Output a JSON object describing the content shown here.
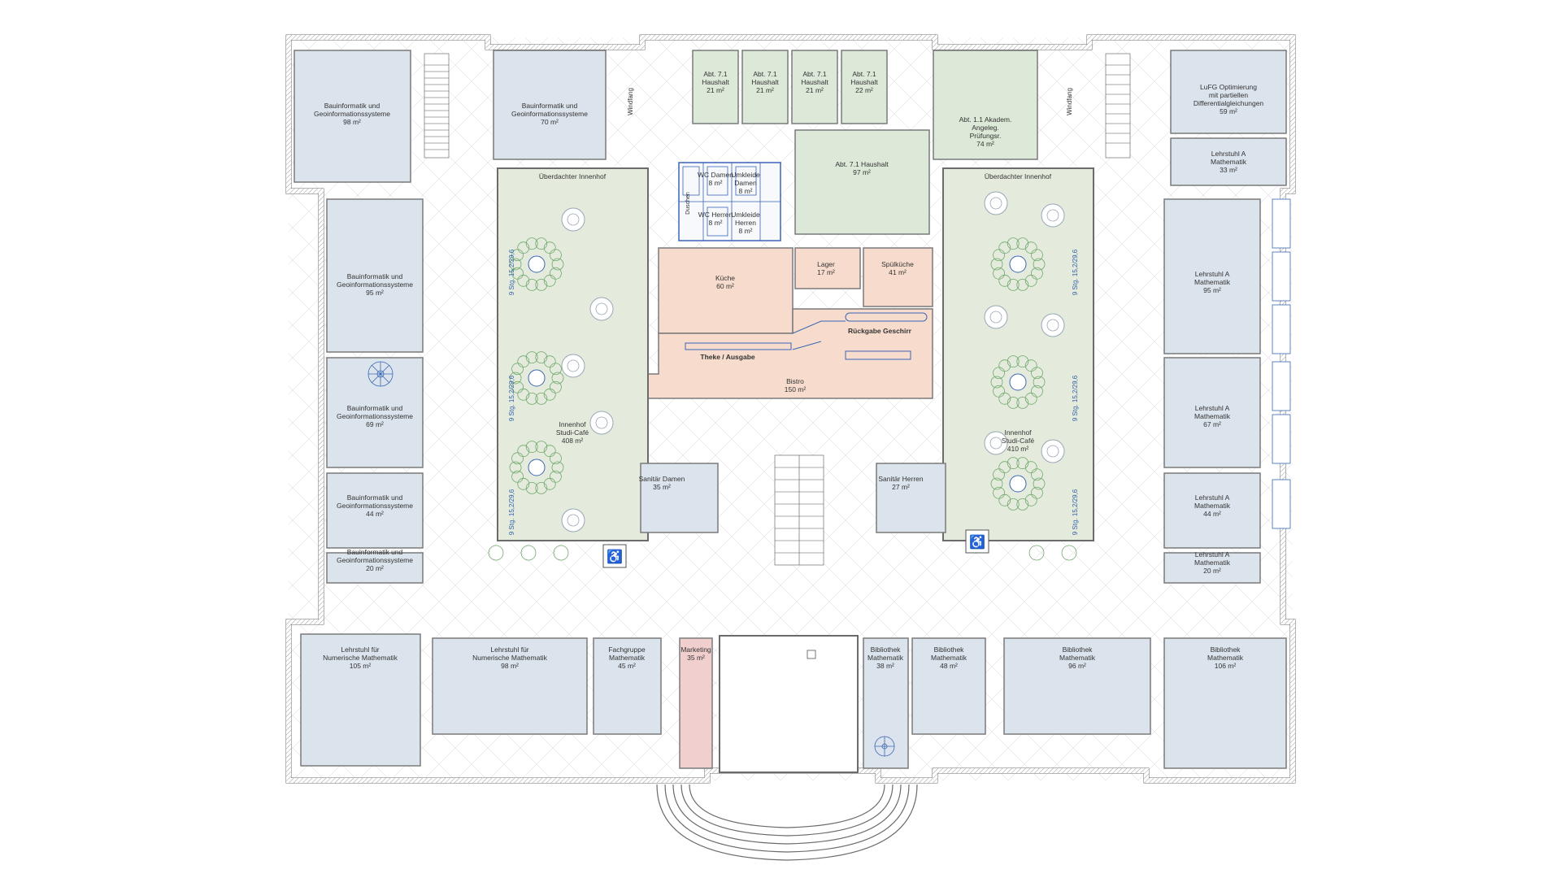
{
  "colors": {
    "office": "#dbe3ec",
    "courtyard": "#e4ebdd",
    "household": "#dce8d8",
    "kitchen": "#f7dccd",
    "marketing": "#f2cfcf",
    "wall": "#6b6b6b",
    "hatch": "#bdbdbd",
    "blue_line": "#3a66b5",
    "tree": "#6fa86b"
  },
  "rooms": {
    "bauinf_98": [
      "Bauinformatik und",
      "Geoinformationssysteme",
      "98 m²"
    ],
    "bauinf_70": [
      "Bauinformatik und",
      "Geoinformationssysteme",
      "70 m²"
    ],
    "bauinf_95": [
      "Bauinformatik und",
      "Geoinformationssysteme",
      "95 m²"
    ],
    "bauinf_69": [
      "Bauinformatik und",
      "Geoinformationssysteme",
      "69 m²"
    ],
    "bauinf_44": [
      "Bauinformatik und",
      "Geoinformationssysteme",
      "44 m²"
    ],
    "bauinf_20": [
      "Bauinformatik und",
      "Geoinformationssysteme",
      "20 m²"
    ],
    "haus_1": [
      "Abt. 7.1",
      "Haushalt",
      "21 m²"
    ],
    "haus_2": [
      "Abt. 7.1",
      "Haushalt",
      "21 m²"
    ],
    "haus_3": [
      "Abt. 7.1",
      "Haushalt",
      "21 m²"
    ],
    "haus_4": [
      "Abt. 7.1",
      "Haushalt",
      "22 m²"
    ],
    "haus_97": [
      "Abt. 7.1 Haushalt",
      "97 m²"
    ],
    "akadem": [
      "Abt. 1.1 Akadem.",
      "Angeleg.",
      "Prüfungsr.",
      "74 m²"
    ],
    "lufg": [
      "LuFG Optimierung",
      "mit partiellen",
      "Differentialgleichungen",
      "59 m²"
    ],
    "lehr_a_33": [
      "Lehrstuhl A",
      "Mathematik",
      "33 m²"
    ],
    "lehr_a_95": [
      "Lehrstuhl A",
      "Mathematik",
      "95 m²"
    ],
    "lehr_a_67": [
      "Lehrstuhl A",
      "Mathematik",
      "67 m²"
    ],
    "lehr_a_44": [
      "Lehrstuhl A",
      "Mathematik",
      "44 m²"
    ],
    "lehr_a_20": [
      "Lehrstuhl A",
      "Mathematik",
      "20 m²"
    ],
    "wc_damen": [
      "WC Damen",
      "8 m²"
    ],
    "wc_herren": [
      "WC Herren",
      "8 m²"
    ],
    "umk_damen": [
      "Umkleide",
      "Damen",
      "8 m²"
    ],
    "umk_herren": [
      "Umkleide",
      "Herren",
      "8 m²"
    ],
    "kueche": [
      "Küche",
      "60 m²"
    ],
    "lager": [
      "Lager",
      "17 m²"
    ],
    "spuel": [
      "Spülküche",
      "41 m²"
    ],
    "rueckgabe": [
      "Rückgabe Geschirr"
    ],
    "theke": [
      "Theke / Ausgabe"
    ],
    "bistro": [
      "Bistro",
      "150 m²"
    ],
    "hof_l_title": [
      "Überdachter Innenhof"
    ],
    "hof_r_title": [
      "Überdachter Innenhof"
    ],
    "hof_l": [
      "Innenhof",
      "Studi-Café",
      "408 m²"
    ],
    "hof_r": [
      "Innenhof",
      "Studi-Café",
      "410 m²"
    ],
    "san_damen": [
      "Sanitär Damen",
      "35 m²"
    ],
    "san_herren": [
      "Sanitär Herren",
      "27 m²"
    ],
    "num_105": [
      "Lehrstuhl für",
      "Numerische Mathematik",
      "105 m²"
    ],
    "num_98": [
      "Lehrstuhl für",
      "Numerische Mathematik",
      "98 m²"
    ],
    "fach": [
      "Fachgruppe",
      "Mathematik",
      "45 m²"
    ],
    "marketing": [
      "Marketing",
      "35 m²"
    ],
    "bib_38": [
      "Bibliothek",
      "Mathematik",
      "38 m²"
    ],
    "bib_48": [
      "Bibliothek",
      "Mathematik",
      "48 m²"
    ],
    "bib_96": [
      "Bibliothek",
      "Mathematik",
      "96 m²"
    ],
    "bib_106": [
      "Bibliothek",
      "Mathematik",
      "106 m²"
    ],
    "windfang": "Windfang",
    "stair_label": "9 Stg. 15,2/29,6",
    "duschen": "Duschen"
  },
  "icons": [
    "wheelchair-icon",
    "tree-icon",
    "spiral-stair-icon",
    "stair-icon"
  ]
}
